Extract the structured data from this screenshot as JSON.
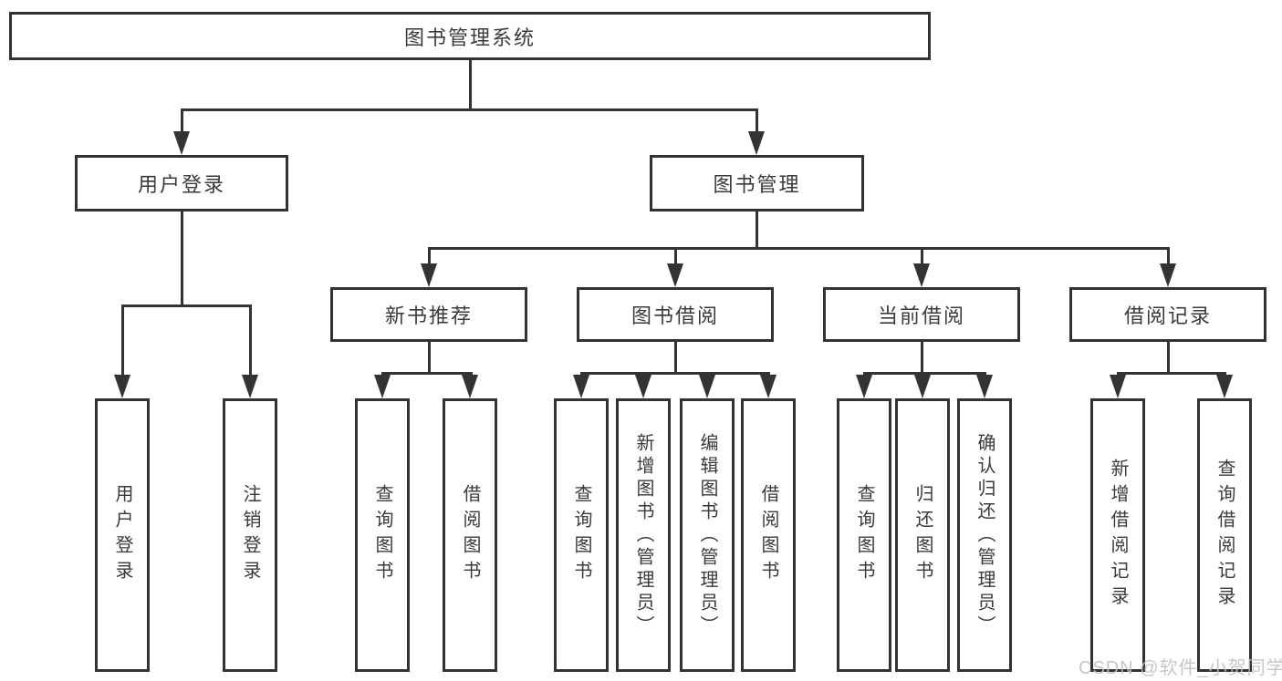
{
  "nodes": {
    "root": {
      "label": "图书管理系统"
    },
    "user_login": {
      "label": "用户登录"
    },
    "book_management": {
      "label": "图书管理"
    },
    "new_book_recommend": {
      "label": "新书推荐"
    },
    "book_borrowing": {
      "label": "图书借阅"
    },
    "current_borrowing": {
      "label": "当前借阅"
    },
    "borrowing_records": {
      "label": "借阅记录"
    },
    "leaves": {
      "user_login_1": "用户登录",
      "logout": "注销登录",
      "query_books_a": "查询图书",
      "borrow_books_a": "借阅图书",
      "query_books_b": "查询图书",
      "add_book_admin": "新增图书（管理员）",
      "edit_book_admin": "编辑图书（管理员）",
      "borrow_books_b": "借阅图书",
      "query_books_c": "查询图书",
      "return_books": "归还图书",
      "confirm_return_admin": "确认归还（管理员）",
      "add_borrow_record": "新增借阅记录",
      "query_borrow_record": "查询借阅记录"
    }
  },
  "colors": {
    "line": "#333333",
    "box_background": "#ffffff",
    "text": "#3a3a3a",
    "watermark": "#c1c1c1"
  },
  "watermark": {
    "text": "CSDN @软件_小贺同学"
  }
}
